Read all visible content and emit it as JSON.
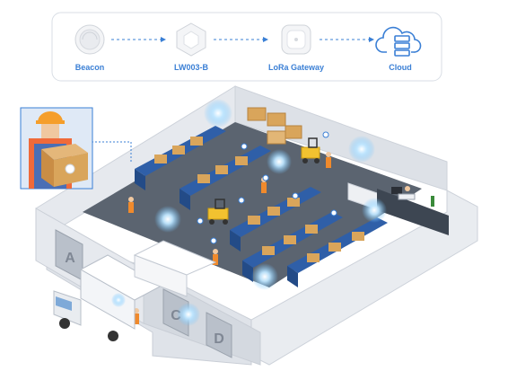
{
  "flow": {
    "nodes": [
      {
        "label": "Beacon",
        "icon": "beacon-puck-icon"
      },
      {
        "label": "LW003-B",
        "icon": "hexagon-scanner-icon"
      },
      {
        "label": "LoRa Gateway",
        "icon": "lora-gateway-icon"
      },
      {
        "label": "Cloud",
        "icon": "cloud-server-icon"
      }
    ],
    "colors": {
      "accent": "#3a7fd5",
      "box_border": "#d9dee5"
    }
  },
  "warehouse": {
    "dock_doors": [
      {
        "letter": "A"
      },
      {
        "letter": "C"
      },
      {
        "letter": "D"
      }
    ],
    "colors": {
      "wall": "#e6e9ee",
      "wall_shade": "#c9ced6",
      "floor": "#5b6470",
      "rack": "#2f5fa8",
      "box": "#d9a55b",
      "forklift": "#f2c230",
      "glow": "#6fc3ff"
    }
  },
  "inset": {
    "icon": "worker-holding-box-icon",
    "colors": {
      "vest": "#ef6a3a",
      "hat": "#f59e2b",
      "border": "#3a7fd5"
    }
  }
}
